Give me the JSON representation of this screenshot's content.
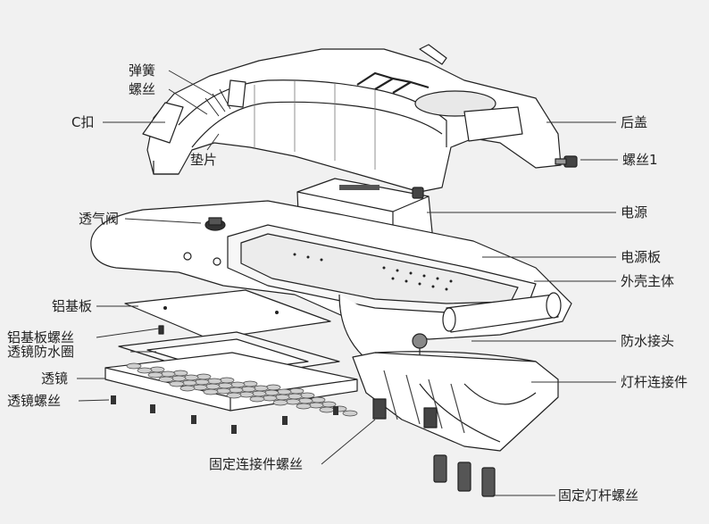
{
  "diagram": {
    "labels_left": {
      "spring": "弹簧",
      "screw_top": "螺丝",
      "c_clip": "C扣",
      "gasket": "垫片",
      "vent_valve": "透气阀",
      "aluminum_board": "铝基板",
      "aluminum_board_screw": "铝基板螺丝",
      "lens_waterproof_ring": "透镜防水圈",
      "lens": "透镜",
      "lens_screw": "透镜螺丝"
    },
    "labels_right": {
      "rear_cover": "后盖",
      "screw_1": "螺丝1",
      "power_supply": "电源",
      "power_board": "电源板",
      "housing_body": "外壳主体",
      "waterproof_connector": "防水接头",
      "pole_connector": "灯杆连接件"
    },
    "labels_bottom": {
      "connector_fixing_screw": "固定连接件螺丝",
      "pole_fixing_screw": "固定灯杆螺丝"
    },
    "colors": {
      "background": "#f1f1f1",
      "line": "#222222",
      "part_fill": "#ffffff",
      "shade": "#d9d9d9",
      "dark": "#555555"
    }
  }
}
